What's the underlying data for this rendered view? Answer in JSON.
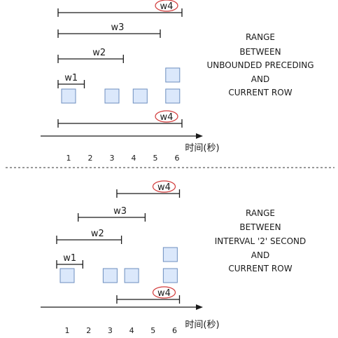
{
  "colors": {
    "line": "#1a1a1a",
    "box_fill": "#dbe8fb",
    "box_stroke": "#6c8ebf",
    "highlight": "#d23a3a",
    "divider": "#333333"
  },
  "panels": [
    {
      "caption": [
        "RANGE",
        "BETWEEN",
        "UNBOUNDED PRECEDING",
        "AND",
        "CURRENT ROW"
      ],
      "axis_label": "时间(秒)",
      "ticks": [
        "1",
        "2",
        "3",
        "4",
        "5",
        "6"
      ],
      "windows": [
        {
          "label": "w4",
          "from": 1,
          "to": 6,
          "highlighted": true
        },
        {
          "label": "w3",
          "from": 1,
          "to": 5,
          "highlighted": false
        },
        {
          "label": "w2",
          "from": 1,
          "to": 3.3,
          "highlighted": false
        },
        {
          "label": "w1",
          "from": 1,
          "to": 1.5,
          "highlighted": false
        }
      ],
      "events": [
        {
          "time": 1,
          "count": 1
        },
        {
          "time": 3,
          "count": 1
        },
        {
          "time": 4.3,
          "count": 1
        },
        {
          "time": 5.8,
          "count": 2
        }
      ],
      "current_window": {
        "label": "w4",
        "from": 1,
        "to": 6,
        "highlighted": true
      }
    },
    {
      "caption": [
        "RANGE",
        "BETWEEN",
        "INTERVAL '2' SECOND",
        "AND",
        "CURRENT ROW"
      ],
      "axis_label": "时间(秒)",
      "ticks": [
        "1",
        "2",
        "3",
        "4",
        "5",
        "6"
      ],
      "windows": [
        {
          "label": "w4",
          "from": 3.8,
          "to": 6,
          "highlighted": true
        },
        {
          "label": "w3",
          "from": 2,
          "to": 4.4,
          "highlighted": false
        },
        {
          "label": "w2",
          "from": 1,
          "to": 3.3,
          "highlighted": false
        },
        {
          "label": "w1",
          "from": 1,
          "to": 1.5,
          "highlighted": false
        }
      ],
      "events": [
        {
          "time": 1,
          "count": 1
        },
        {
          "time": 3,
          "count": 1
        },
        {
          "time": 4,
          "count": 1
        },
        {
          "time": 5.8,
          "count": 2
        }
      ],
      "current_window": {
        "label": "w4",
        "from": 3.8,
        "to": 6,
        "highlighted": true
      }
    }
  ]
}
